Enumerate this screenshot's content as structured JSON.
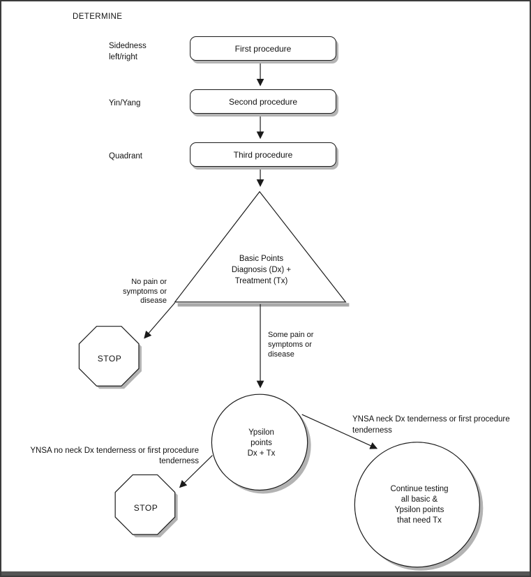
{
  "heading": "DETERMINE",
  "procedure_flow": {
    "rows": [
      {
        "side_label": "Sidedness\nleft/right",
        "box_label": "First procedure"
      },
      {
        "side_label": "Yin/Yang",
        "box_label": "Second procedure"
      },
      {
        "side_label": "Quadrant",
        "box_label": "Third procedure"
      }
    ]
  },
  "triangle": {
    "label": "Basic Points\nDiagnosis (Dx) +\nTreatment (Tx)"
  },
  "branches": {
    "no_pain": {
      "label": "No pain or\nsymptoms or\ndisease",
      "stop_label": "STOP"
    },
    "some_pain": {
      "label": "Some pain or\nsymptoms or\ndisease"
    },
    "ypsilon": {
      "label": "Ypsilon\npoints\nDx + Tx"
    },
    "ynsa_neck": {
      "label": "YNSA neck Dx tenderness or first procedure\ntenderness",
      "circle_label": "Continue testing\nall basic &\nYpsilon points\nthat need Tx"
    },
    "ynsa_no_neck": {
      "label": "YNSA no neck Dx tenderness or first procedure\ntenderness",
      "stop_label": "STOP"
    }
  },
  "colors": {
    "stroke": "#1a1a1a",
    "shadow": "#b3b3b3",
    "bottom_bar": "#555555"
  }
}
